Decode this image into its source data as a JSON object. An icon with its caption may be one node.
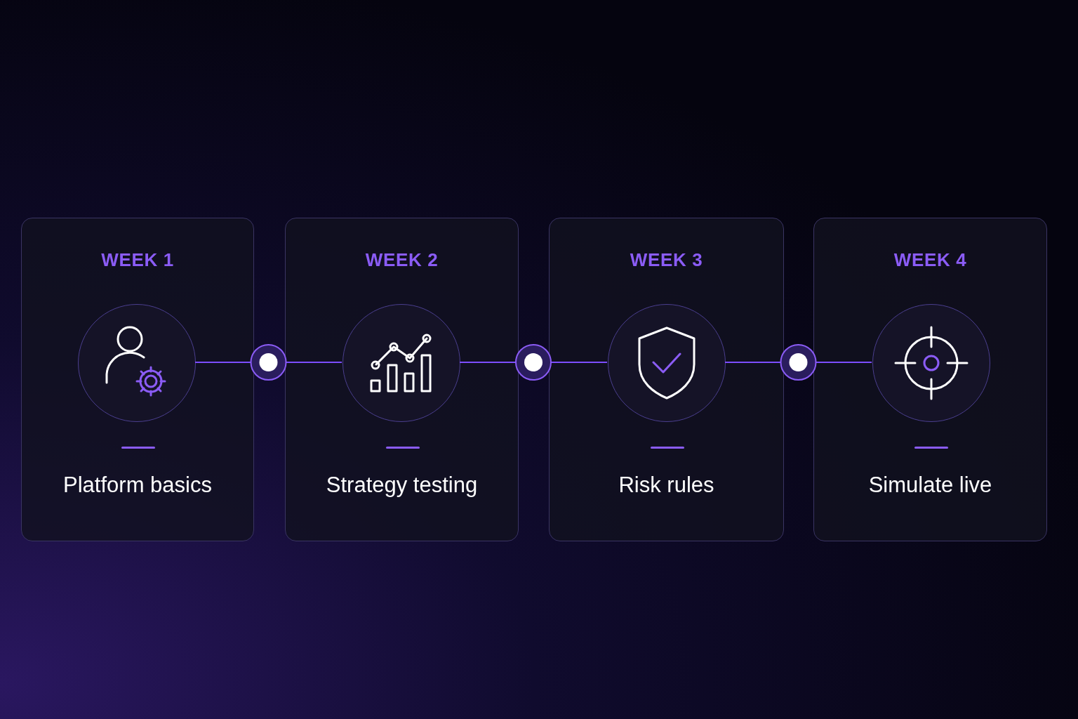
{
  "diagram": {
    "nodes": [
      {
        "text": [
          "WEEK 1",
          "Platform basics"
        ]
      },
      {
        "text": [],
        "shape": "circle",
        "in": 0
      },
      {
        "text": [
          "WEEK 2",
          "Strategy testing"
        ]
      },
      {
        "text": [],
        "shape": "circle",
        "in": 2
      },
      {
        "text": [
          "WEEK 3",
          "Risk rules"
        ]
      },
      {
        "text": [],
        "shape": "circle",
        "in": 4
      },
      {
        "text": [
          "WEEK 4",
          "Simulate live"
        ]
      },
      {
        "text": [],
        "shape": "circle",
        "in": 6
      }
    ],
    "edges": [
      {
        "from": 1,
        "to": 3,
        "arrow": "none"
      },
      {
        "from": 3,
        "to": 5,
        "arrow": "none"
      },
      {
        "from": 5,
        "to": 7,
        "arrow": "none"
      }
    ]
  }
}
